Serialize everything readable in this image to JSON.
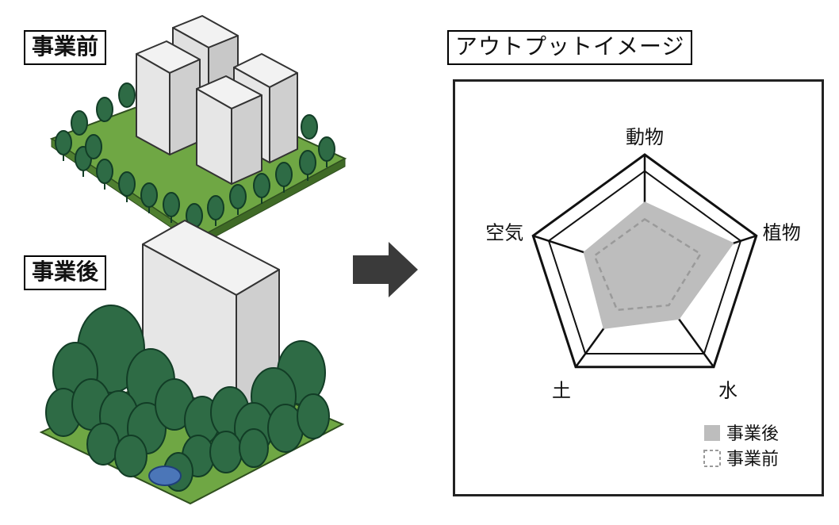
{
  "labels": {
    "before": "事業前",
    "after": "事業後",
    "output": "アウトプットイメージ"
  },
  "colors": {
    "grass": "#6fa744",
    "tree": "#2e6b45",
    "tree_dark": "#123d26",
    "building": "#e6e6e6",
    "building_side": "#cfcfcf",
    "water": "#4b76b8",
    "after_fill": "#bdbdbd",
    "arrow": "#3a3a3a"
  },
  "chart_data": {
    "type": "radar",
    "axes": [
      "動物",
      "植物",
      "水",
      "土",
      "空気"
    ],
    "max": 1,
    "series": [
      {
        "name": "事業後",
        "values": [
          0.6,
          0.8,
          0.5,
          0.6,
          0.55
        ],
        "style": "filled-gray"
      },
      {
        "name": "事業前",
        "values": [
          0.45,
          0.5,
          0.35,
          0.4,
          0.45
        ],
        "style": "dashed-outline"
      }
    ],
    "legend": {
      "position": "bottom-right",
      "entries": [
        "事業後",
        "事業前"
      ]
    }
  }
}
